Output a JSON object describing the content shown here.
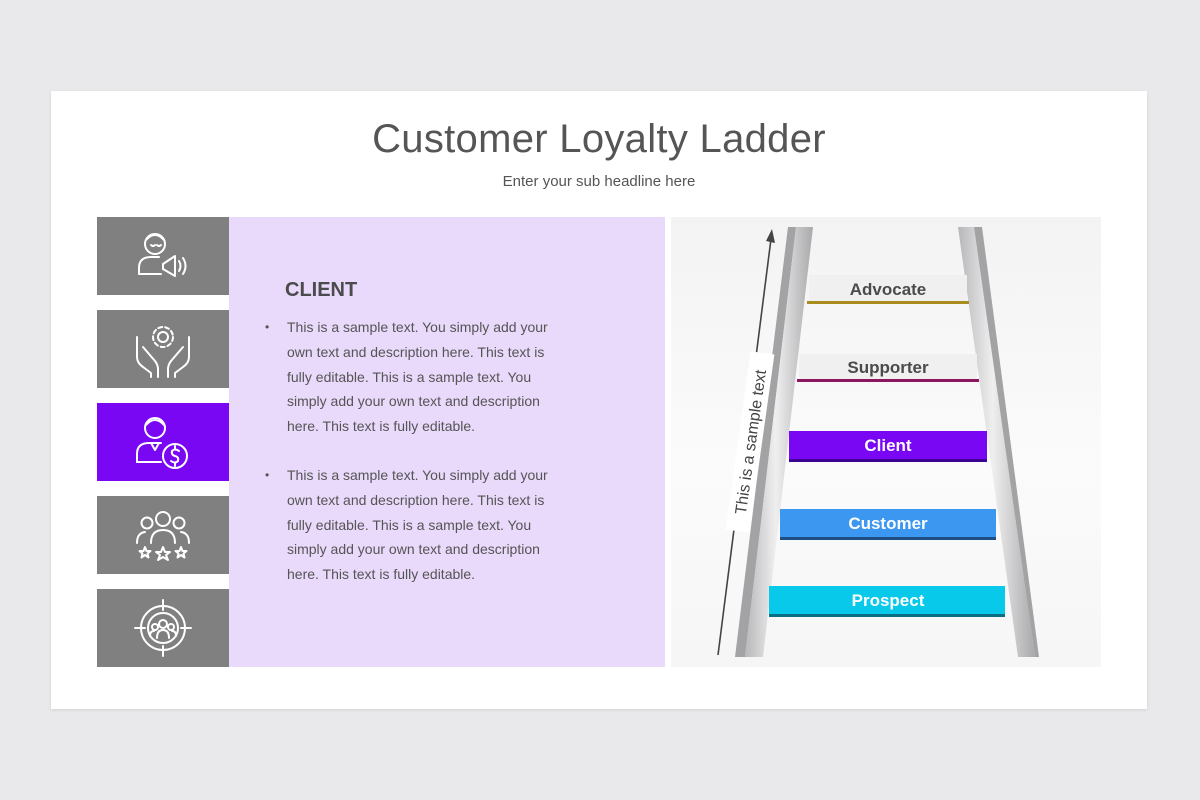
{
  "slide": {
    "title": "Customer Loyalty Ladder",
    "subtitle": "Enter your sub headline here"
  },
  "icons": [
    {
      "name": "advocate-megaphone-icon",
      "active": false
    },
    {
      "name": "supporter-hands-gear-icon",
      "active": false
    },
    {
      "name": "client-dollar-icon",
      "active": true
    },
    {
      "name": "customer-group-stars-icon",
      "active": false
    },
    {
      "name": "prospect-target-group-icon",
      "active": false
    }
  ],
  "content": {
    "heading": "CLIENT",
    "bullets": [
      "This is a sample text. You simply add your own text and description here. This text is fully editable. This is a sample text. You simply add your own text and description here. This text is fully editable.",
      "This is a sample text. You simply add your own text and description here. This text is fully editable. This is a sample text. You simply add your own text and description here. This text is fully editable."
    ]
  },
  "ladder": {
    "arrow_label": "This is a sample text",
    "steps": [
      {
        "label": "Advocate",
        "color": "#a88c1e",
        "filled": false
      },
      {
        "label": "Supporter",
        "color": "#8e1560",
        "filled": false
      },
      {
        "label": "Client",
        "color": "#7a07f4",
        "filled": true
      },
      {
        "label": "Customer",
        "color": "#3b97f0",
        "filled": true
      },
      {
        "label": "Prospect",
        "color": "#08c9ea",
        "filled": true
      }
    ]
  },
  "colors": {
    "active_accent": "#7a07f4",
    "icon_bg": "#808080",
    "content_bg": "#e9d9fb"
  }
}
